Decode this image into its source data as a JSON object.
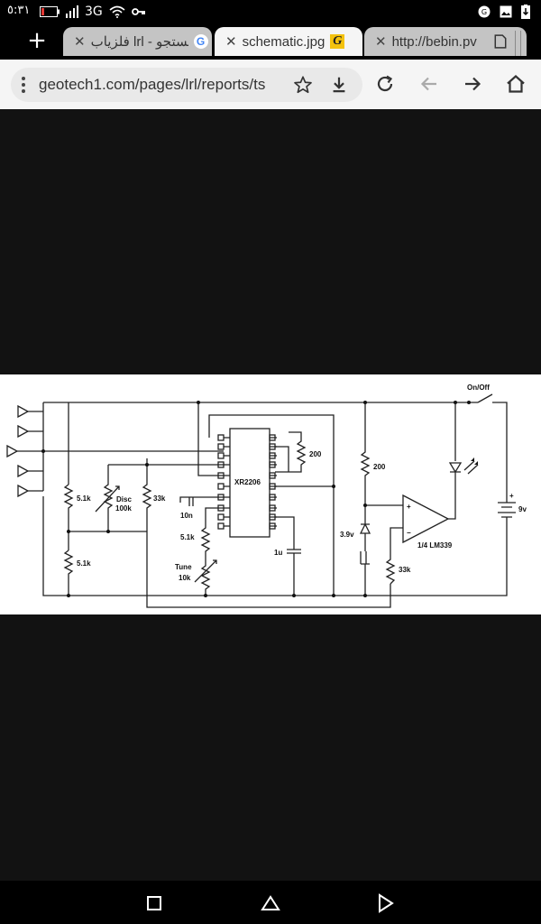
{
  "status": {
    "time": "٥:٣١",
    "network": "3G"
  },
  "tabs": [
    {
      "title": "فلزیاب lrl - جستجو",
      "active": false,
      "favicon": "google-icon"
    },
    {
      "title": "schematic.jpg",
      "active": true,
      "favicon": "geotech-icon"
    },
    {
      "title": "http://bebin.pv",
      "active": false,
      "favicon": "page-icon"
    }
  ],
  "toolbar": {
    "url": "geotech1.com/pages/lrl/reports/ts"
  },
  "schematic": {
    "labels": {
      "r1": "5.1k",
      "r2": "5.1k",
      "disc": "Disc",
      "disc_value": "100k",
      "r33k_left": "33k",
      "chip": "XR2206",
      "r200_chip": "200",
      "cap10n": "10n",
      "r5k1_tune": "5.1k",
      "tune": "Tune",
      "tune_value": "10k",
      "cap1u": "1u",
      "r200_right": "200",
      "zener": "3.9v",
      "plus": "+",
      "minus": "−",
      "opamp": "1/4 LM339",
      "r33k_right": "33k",
      "switch": "On/Off",
      "battery": "9v",
      "bat_plus": "+"
    }
  },
  "colors": {
    "background": "#121212",
    "tab_active": "#f5f5f5",
    "tab_inactive": "#c4c4c4",
    "toolbar": "#f5f5f5",
    "statusbar": "#000000"
  }
}
